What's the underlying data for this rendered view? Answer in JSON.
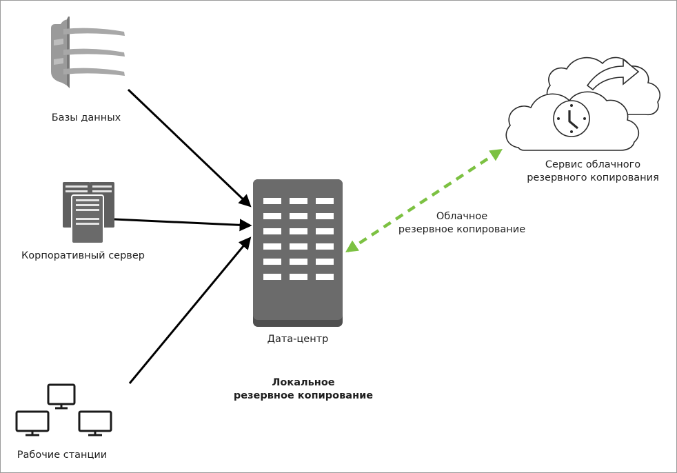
{
  "nodes": {
    "databases": {
      "label": "Базы данных",
      "icon": "database-icon"
    },
    "corporate_server": {
      "label": "Корпоративный сервер",
      "icon": "server-icon"
    },
    "workstations": {
      "label": "Рабочие станции",
      "icon": "workstations-icon"
    },
    "datacenter": {
      "label": "Дата-центр",
      "icon": "datacenter-building-icon"
    },
    "cloud_service": {
      "line1": "Сервис облачного",
      "line2": "резервного копирования",
      "icon": "cloud-clock-icon"
    }
  },
  "edges": {
    "cloud_backup": {
      "line1": "Облачное",
      "line2": "резервное копирование",
      "color": "#7cc142"
    },
    "local_backup": {
      "line1": "Локальное",
      "line2": "резервное копирование"
    }
  },
  "colors": {
    "icon_gray": "#6e6e6e",
    "arrow": "#000000",
    "cloud_arrow": "#7cc142"
  }
}
